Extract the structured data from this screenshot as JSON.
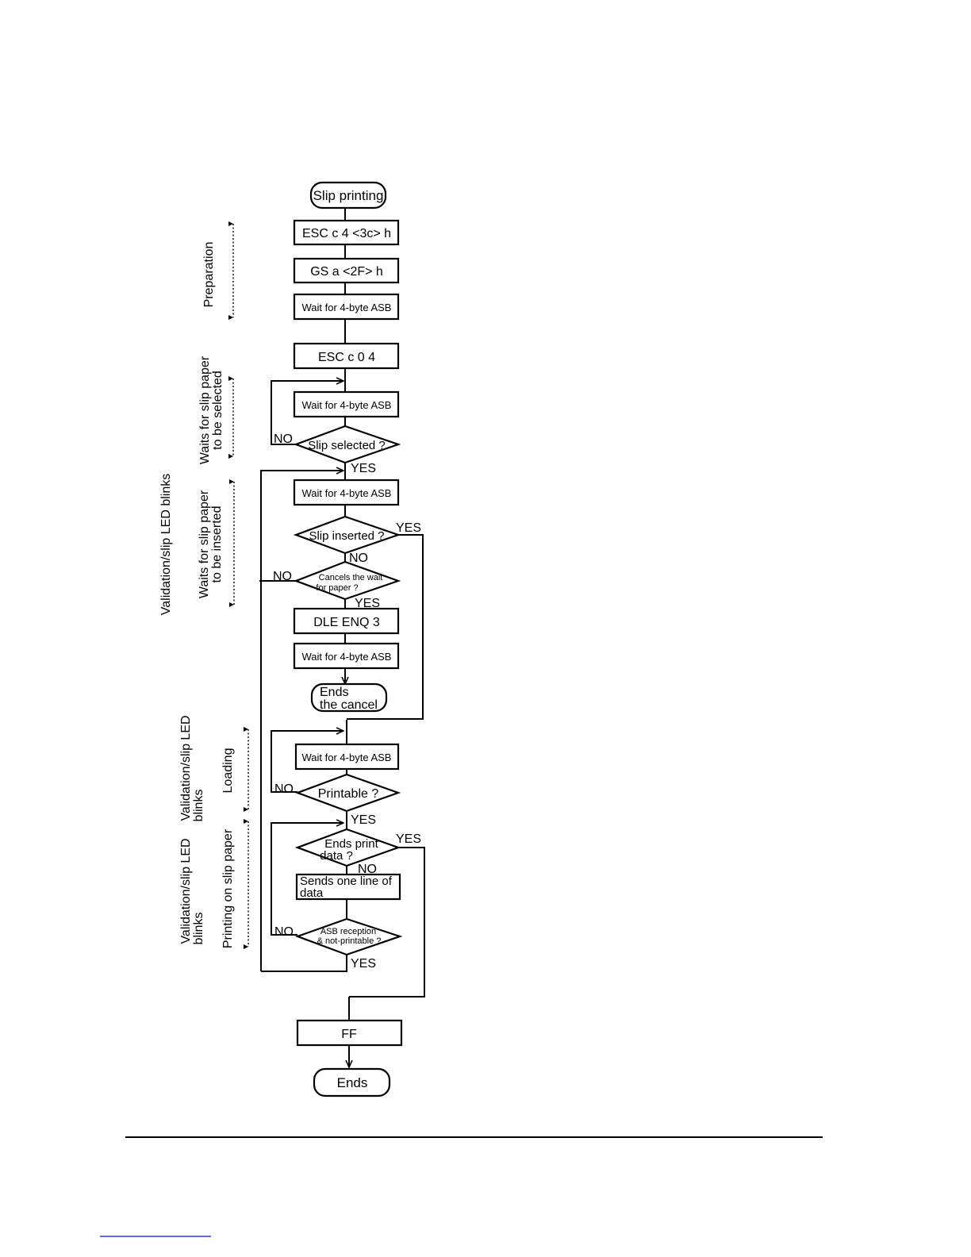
{
  "flowchart": {
    "start": "Slip printing",
    "cmd_esc_c4": "ESC c 4 <3c> h",
    "cmd_gs_a": "GS a <2F> h",
    "wait_asb": "Wait for 4-byte ASB",
    "cmd_esc_c0": "ESC c 0 4",
    "q_slip_selected": "Slip selected ?",
    "q_slip_inserted": "Slip inserted ?",
    "q_cancel_line1": "Cancels the wait",
    "q_cancel_line2": "for paper ?",
    "cmd_dle_enq": "DLE ENQ 3",
    "end_cancel_line1": "Ends",
    "end_cancel_line2": "the cancel",
    "q_printable": "Printable ?",
    "q_ends_print_line1": "Ends print",
    "q_ends_print_line2": "data ?",
    "send_line_line1": "Sends one line of",
    "send_line_line2": "data",
    "q_asb_line1": "ASB reception",
    "q_asb_line2": "& not-printable ?",
    "cmd_ff": "FF",
    "end": "Ends",
    "yes": "YES",
    "no": "NO"
  },
  "phases": {
    "preparation": "Preparation",
    "wait_selected_line1": "Waits for slip paper",
    "wait_selected_line2": "to be selected",
    "wait_inserted_line1": "Waits for slip paper",
    "wait_inserted_line2": "to be inserted",
    "loading": "Loading",
    "printing": "Printing on slip paper"
  },
  "led_notes": {
    "blinks_long": "Validation/slip LED blinks",
    "loading_line1": "Validation/slip LED",
    "loading_line2": "blinks",
    "printing_line1": "Validation/slip LED",
    "printing_line2": "blinks"
  }
}
